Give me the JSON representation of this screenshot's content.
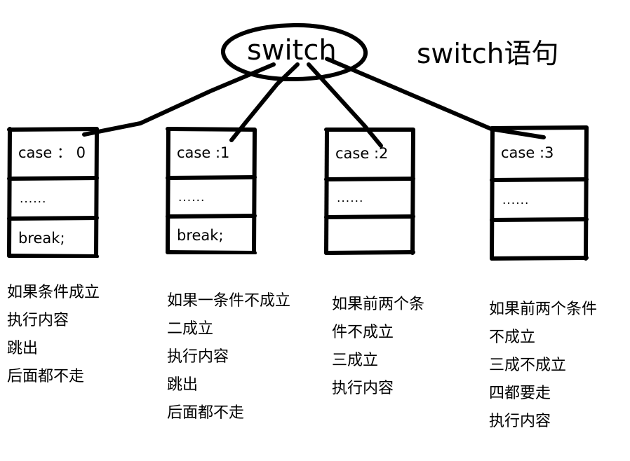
{
  "diagram": {
    "title": "switch语句",
    "root_node": {
      "label": "switch",
      "shape": "ellipse"
    },
    "branches": [
      {
        "id": "case-0",
        "cells": [
          "case ： 0",
          "......",
          "break;"
        ],
        "notes": [
          "如果条件成立",
          "执行内容",
          "跳出",
          "后面都不走"
        ]
      },
      {
        "id": "case-1",
        "cells": [
          "case :1",
          "......",
          "break;"
        ],
        "notes": [
          "如果一条件不成立",
          "二成立",
          "执行内容",
          "跳出",
          "后面都不走"
        ]
      },
      {
        "id": "case-2",
        "cells": [
          "case :2",
          "......",
          ""
        ],
        "notes": [
          "如果前两个条",
          "件不成立",
          "三成立",
          "执行内容"
        ]
      },
      {
        "id": "case-3",
        "cells": [
          "case :3",
          "......",
          ""
        ],
        "notes": [
          "如果前两个条件",
          "不成立",
          "三成不成立",
          "四都要走",
          "执行内容"
        ]
      }
    ],
    "colors": {
      "ink": "#000000",
      "background": "#ffffff"
    }
  }
}
